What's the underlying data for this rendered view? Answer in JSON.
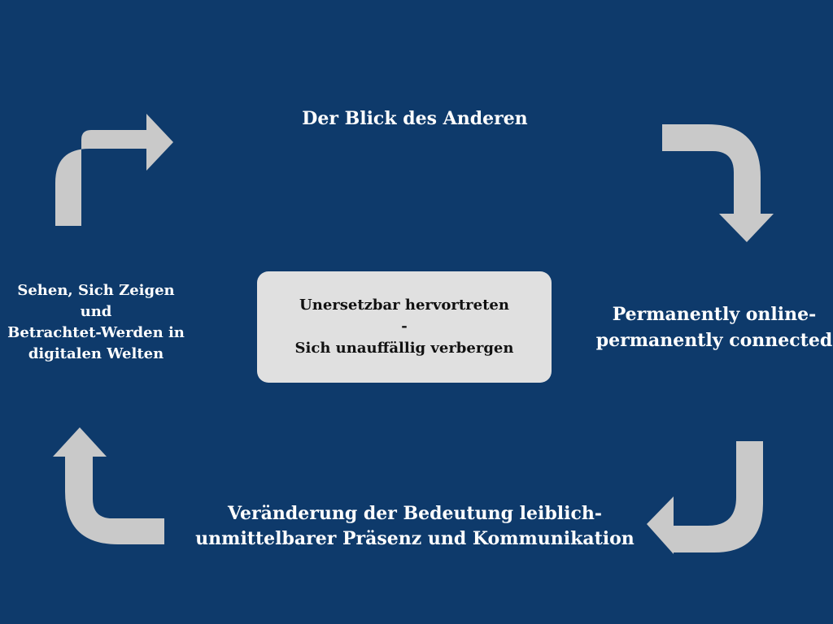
{
  "diagram": {
    "top_label": "Der Blick des Anderen",
    "right_label": [
      "Permanently online-",
      "permanently connected"
    ],
    "bottom_label": [
      "Veränderung der Bedeutung leiblich-",
      "unmittelbarer Präsenz und Kommunikation"
    ],
    "left_label": [
      "Sehen, Sich Zeigen und",
      "Betrachtet-Werden in",
      "digitalen Welten"
    ],
    "center_box": [
      "Unersetzbar hervortreten",
      "-",
      "Sich unauffällig verbergen"
    ]
  },
  "colors": {
    "background": "#0e3a6b",
    "arrow": "#c9c9c9",
    "box": "#e0e0e0",
    "text_light": "#ffffff",
    "text_dark": "#111111"
  }
}
